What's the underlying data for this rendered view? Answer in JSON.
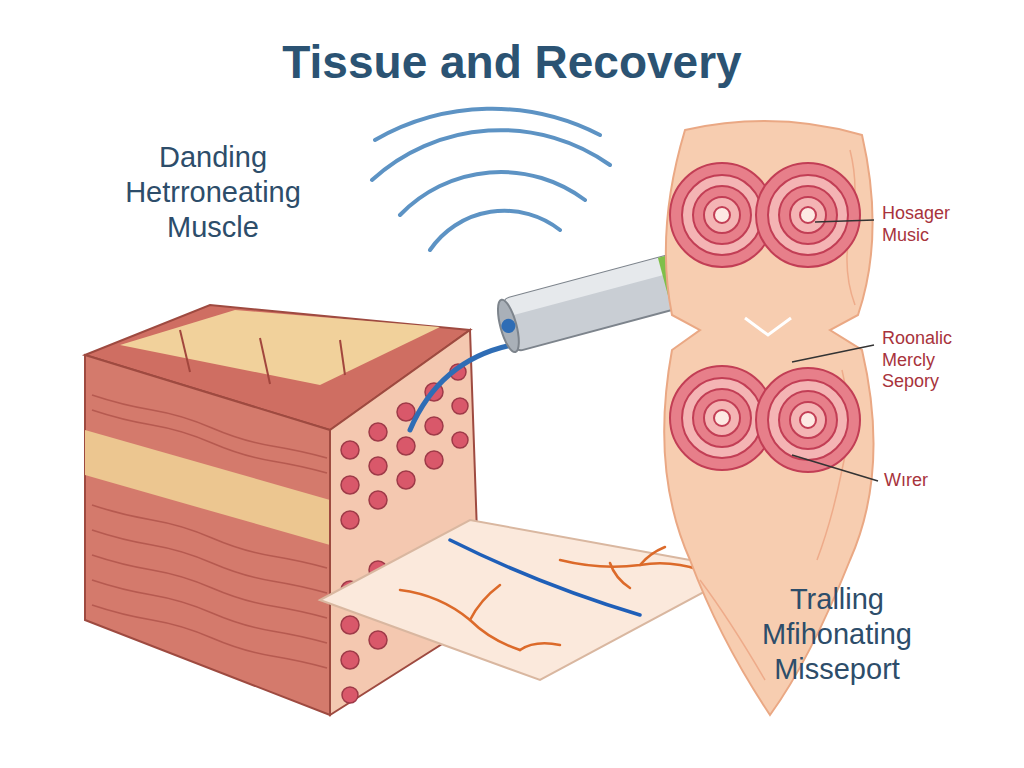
{
  "diagram": {
    "title": "Tissue and Recovery",
    "labels": [
      "Danding Hetrroneating Muscle",
      "Hosager Music",
      "Roonalic Mercly Sepory",
      "Wırer",
      "Tralling Mfihonating Misseport"
    ]
  }
}
